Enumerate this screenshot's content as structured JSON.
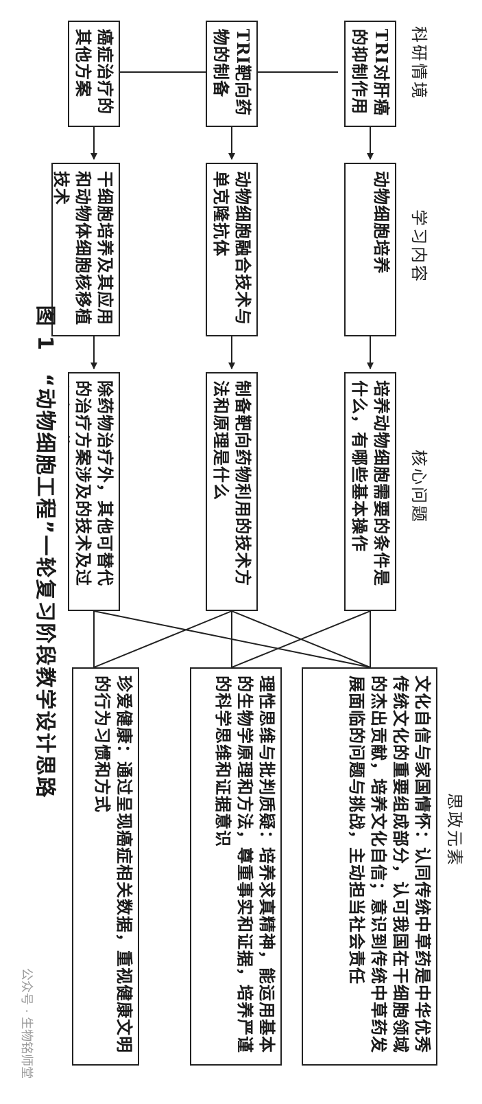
{
  "headers": {
    "scenario": "科研情境",
    "content": "学习内容",
    "question": "核心问题",
    "elements": "思政元素"
  },
  "scenarios": [
    "TRI对肝癌的抑制作用",
    "TRI靶向药物的制备",
    "癌症治疗的其他方案"
  ],
  "contents": [
    "动物细胞培养",
    "动物细胞融合技术与单克隆抗体",
    "干细胞培养及其应用和动物体细胞核移植技术"
  ],
  "questions": [
    "培养动物细胞需要的条件是什么，有哪些基本操作",
    "制备靶向药物利用的技术方法和原理是什么",
    "除药物治疗外，其他可替代的治疗方案涉及的技术及过程有哪些"
  ],
  "elements": [
    "文化自信与家国情怀：认同传统中草药是中华优秀传统文化的重要组成部分，认可我国在干细胞领域的杰出贡献，培养文化自信；意识到传统中草药发展面临的问题与挑战，主动担当社会责任",
    "理性思维与批判质疑：培养求真精神，能运用基本的生物学原理和方法，尊重事实和证据，培养严谨的科学思维和证据意识",
    "珍爱健康：通过呈现癌症相关数据，重视健康文明的行为习惯和方式"
  ],
  "caption": "图 1　“动物细胞工程”一轮复习阶段教学设计思路",
  "watermark": "公众号 · 生物铭师堂"
}
